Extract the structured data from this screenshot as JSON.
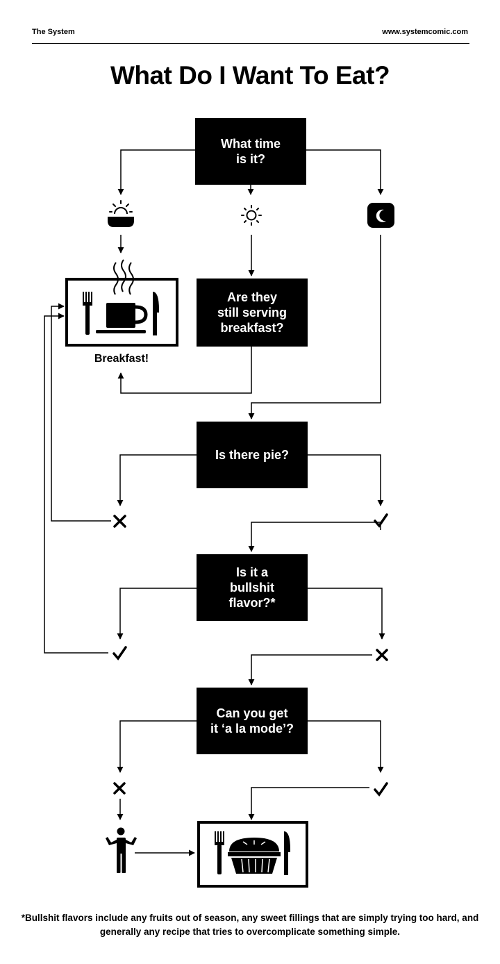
{
  "header": {
    "left": "The System",
    "right": "www.systemcomic.com"
  },
  "title": "What Do I Want To Eat?",
  "questions": [
    "What time\nis it?",
    "Are they\nstill serving\nbreakfast?",
    "Is there pie?",
    "Is it a\nbullshit\nflavor?*",
    "Can you get\nit ‘a la mode’?"
  ],
  "outcomes": {
    "breakfast": "Breakfast!"
  },
  "icons": {
    "morning": "sunrise-icon",
    "day": "sun-icon",
    "night": "moon-icon",
    "no": "cross-icon",
    "yes": "check-icon",
    "person": "shrugging-person-icon",
    "breakfast_picture": "fork-coffee-knife-icon",
    "pie_picture": "fork-pie-knife-icon"
  },
  "footnote": "*Bullshit flavors include any fruits out of season, any sweet fillings that are simply trying too hard, and generally any recipe that tries to overcomplicate something simple."
}
